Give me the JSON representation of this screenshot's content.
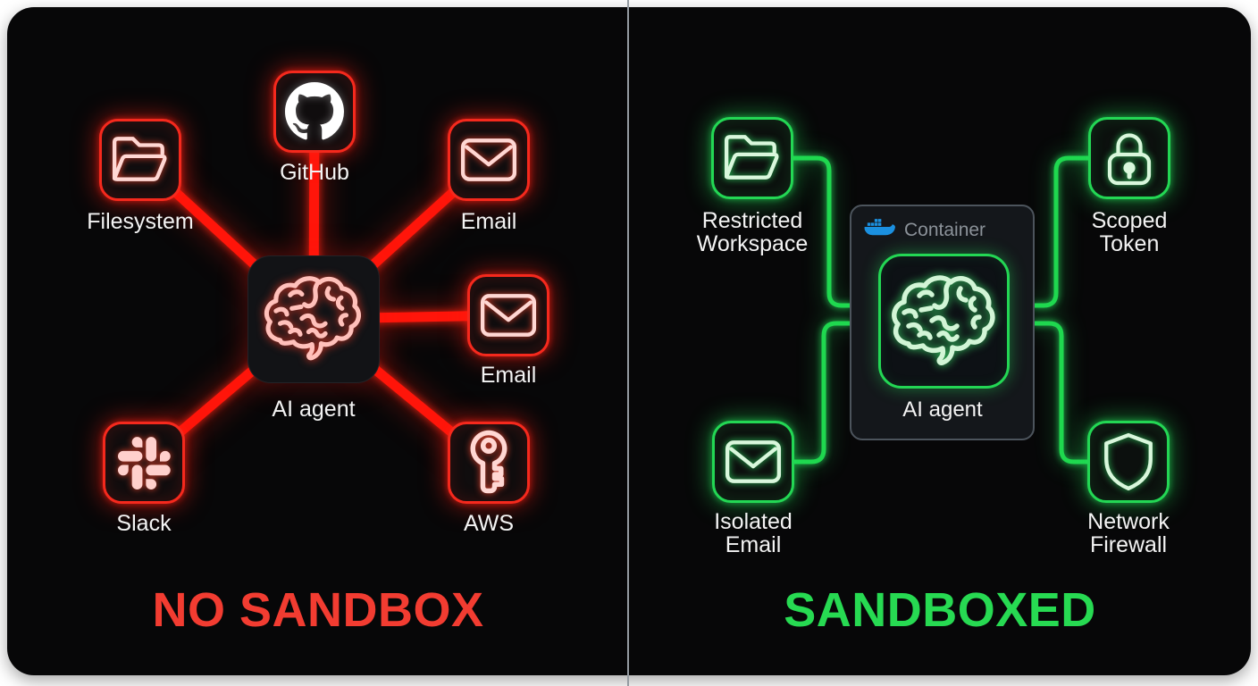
{
  "left_panel": {
    "title": "NO SANDBOX",
    "accent_color": "#f5291d",
    "line_color": "#ff150a",
    "agent": {
      "label": "AI agent"
    },
    "nodes": {
      "github": {
        "label": "GitHub"
      },
      "filesystem": {
        "label": "Filesystem"
      },
      "email_top": {
        "label": "Email"
      },
      "email_right": {
        "label": "Email"
      },
      "slack": {
        "label": "Slack"
      },
      "aws": {
        "label": "AWS"
      }
    }
  },
  "right_panel": {
    "title": "SANDBOXED",
    "accent_color": "#23d754",
    "container": {
      "label": "Container"
    },
    "agent": {
      "label": "AI agent"
    },
    "nodes": {
      "restricted_workspace": {
        "line1": "Restricted",
        "line2": "Workspace"
      },
      "scoped_token": {
        "line1": "Scoped",
        "line2": "Token"
      },
      "isolated_email": {
        "line1": "Isolated",
        "line2": "Email"
      },
      "network_firewall": {
        "line1": "Network",
        "line2": "Firewall"
      }
    }
  }
}
